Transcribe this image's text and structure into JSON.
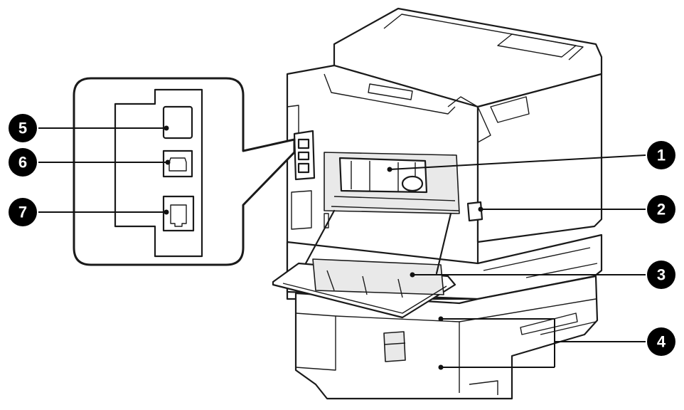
{
  "callouts": [
    {
      "id": "1",
      "label": "1"
    },
    {
      "id": "2",
      "label": "2"
    },
    {
      "id": "3",
      "label": "3"
    },
    {
      "id": "4",
      "label": "4"
    },
    {
      "id": "5",
      "label": "5"
    },
    {
      "id": "6",
      "label": "6"
    },
    {
      "id": "7",
      "label": "7"
    }
  ],
  "colors": {
    "line": "#1a1a1a",
    "callout_fill": "#000000",
    "background": "#ffffff"
  }
}
